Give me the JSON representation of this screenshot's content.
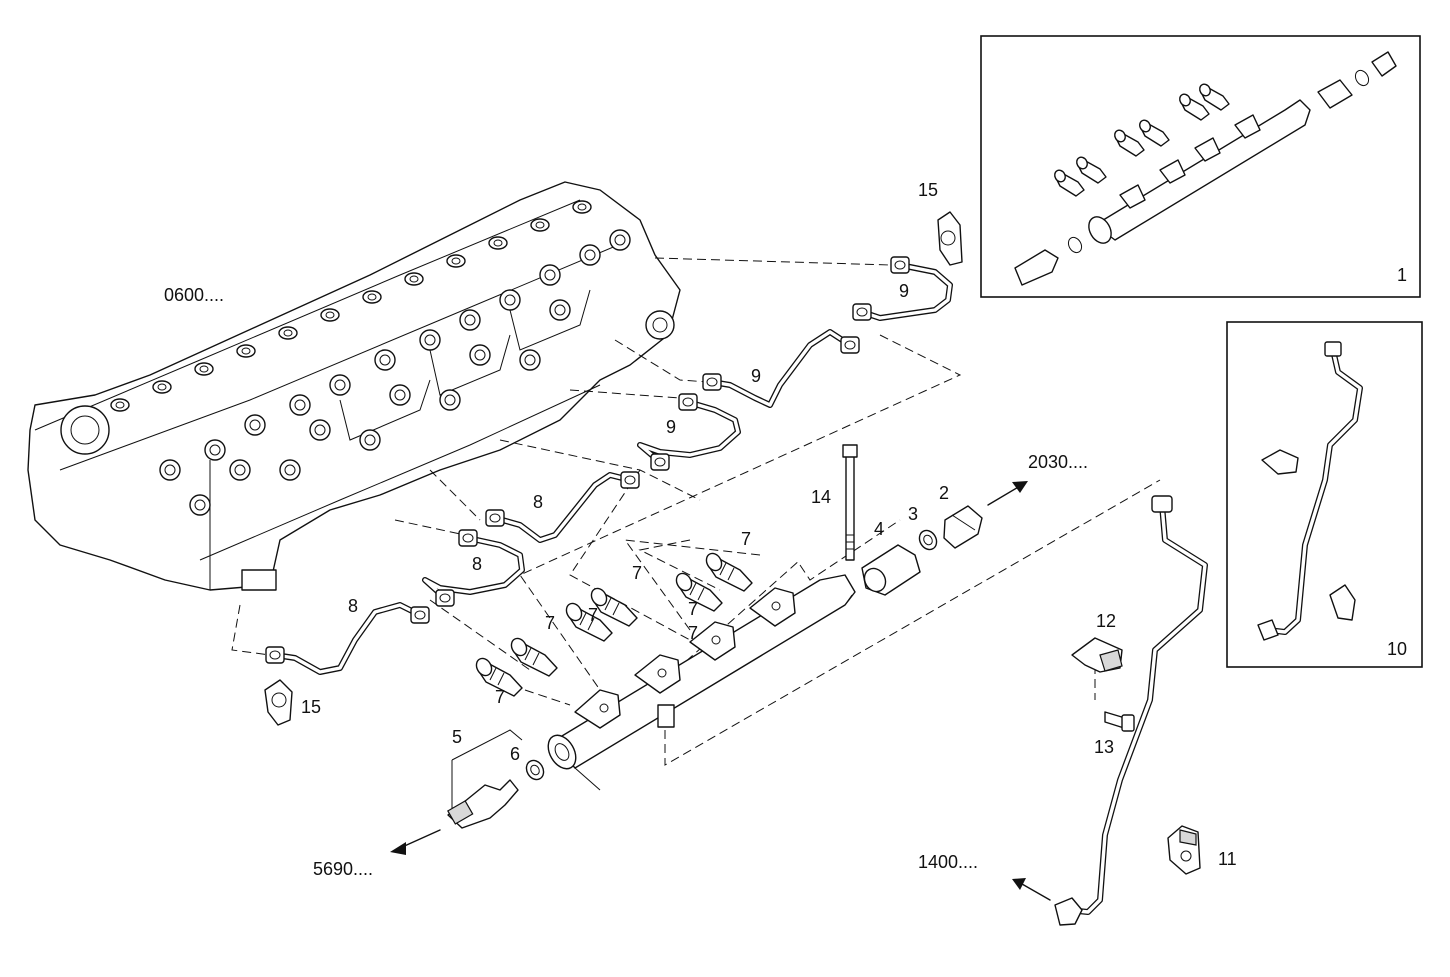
{
  "callouts": {
    "n1": "1",
    "n2": "2",
    "n3": "3",
    "n4": "4",
    "n5": "5",
    "n6": "6",
    "n7a": "7",
    "n7b": "7",
    "n7c": "7",
    "n7d": "7",
    "n7e": "7",
    "n7f": "7",
    "n7g": "7",
    "n8a": "8",
    "n8b": "8",
    "n8c": "8",
    "n9a": "9",
    "n9b": "9",
    "n9c": "9",
    "n10": "10",
    "n11": "11",
    "n12": "12",
    "n13": "13",
    "n14": "14",
    "n15a": "15",
    "n15b": "15"
  },
  "references": {
    "ref_0600": "0600....",
    "ref_2030": "2030....",
    "ref_5690": "5690....",
    "ref_1400": "1400...."
  },
  "colors": {
    "ink": "#111111",
    "paper": "#ffffff",
    "shade": "#d8d8d8"
  }
}
